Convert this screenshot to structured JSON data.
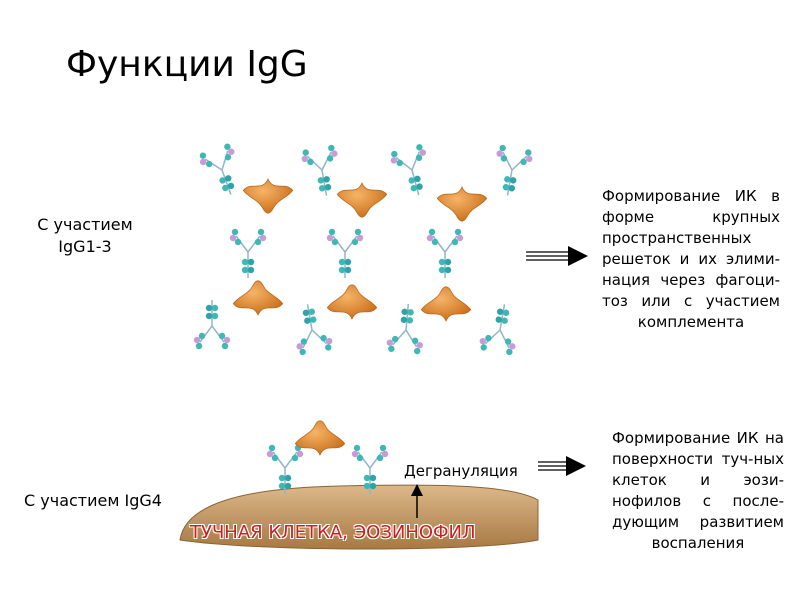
{
  "title": "Функции IgG",
  "section1": {
    "label": "С участием IgG1-3",
    "description": "Формирование ИК в форме крупных пространственных решеток и их элими-нация через фагоци-тоз или с участием комплемента"
  },
  "section2": {
    "label": "С участием IgG4",
    "description": "Формирование ИК на поверхности туч-ных клеток и эози-нофилов с после-дующим развитием воспаления",
    "degranulation_label": "Дегрануляция",
    "cell_label": "ТУЧНАЯ КЛЕТКА, ЭОЗИНОФИЛ"
  },
  "colors": {
    "antigen": "#e0862a",
    "antibody_heavy": "#3fb7b4",
    "antibody_light": "#c99ad8",
    "cell_surface": "#c79a66",
    "cell_label": "#cc1f1f"
  }
}
